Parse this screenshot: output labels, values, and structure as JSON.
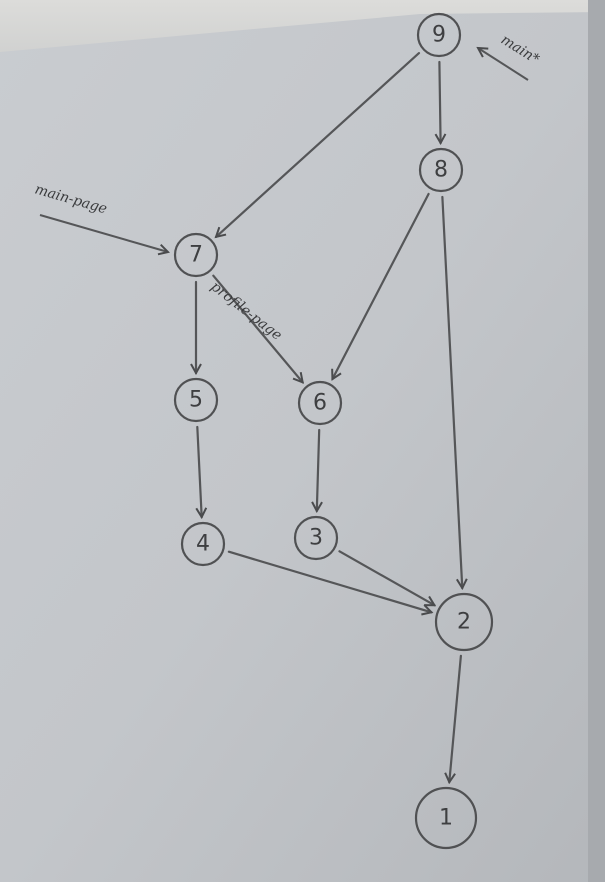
{
  "diagram": {
    "nodes": [
      {
        "id": "n9",
        "label": "9"
      },
      {
        "id": "n8",
        "label": "8"
      },
      {
        "id": "n7",
        "label": "7"
      },
      {
        "id": "n6",
        "label": "6"
      },
      {
        "id": "n5",
        "label": "5"
      },
      {
        "id": "n4",
        "label": "4"
      },
      {
        "id": "n3",
        "label": "3"
      },
      {
        "id": "n2",
        "label": "2"
      },
      {
        "id": "n1",
        "label": "1"
      }
    ],
    "edges": [
      {
        "from": "n9",
        "to": "n8"
      },
      {
        "from": "n9",
        "to": "n7"
      },
      {
        "from": "n8",
        "to": "n6"
      },
      {
        "from": "n8",
        "to": "n2"
      },
      {
        "from": "n7",
        "to": "n5"
      },
      {
        "from": "n7",
        "to": "n6"
      },
      {
        "from": "n5",
        "to": "n4"
      },
      {
        "from": "n6",
        "to": "n3"
      },
      {
        "from": "n4",
        "to": "n2"
      },
      {
        "from": "n3",
        "to": "n2"
      },
      {
        "from": "n2",
        "to": "n1"
      }
    ],
    "annotations": {
      "main": "main*",
      "main_page": "main-page",
      "profile_page": "profile-page"
    }
  }
}
